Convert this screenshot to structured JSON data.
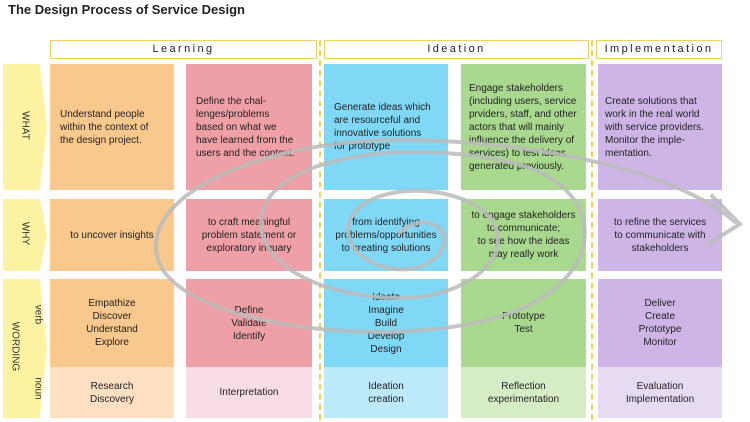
{
  "title": "The Design Process of Service Design",
  "phases": [
    "Learning",
    "Ideation",
    "Implementation"
  ],
  "row_labels": {
    "what": "WHAT",
    "why": "WHY",
    "wording": "WORDING",
    "verb": "verb",
    "noun": "noun"
  },
  "what": [
    "Understand people\nwithin the context of\nthe design project.",
    "Define the chal-\nlenges/problems\nbased on what we\nhave learned from the\nusers and the context.",
    "Generate ideas which\nare resourceful and\ninnovative solutions\nfor prototype",
    "Engage stakeholders\n(including users, service\nprviders, staff, and other\nactors that will mainly\ninfluence the delivery of\nservices) to test ideas\ngenerated previously.",
    "Create solutions that\nwork in the real world\nwith service providers.\nMonitor the imple-\nmentation."
  ],
  "why": [
    "to uncover insights",
    "to craft meaningful\nproblem statement or\nexploratory inquary",
    "from identifying\nproblems/opportunities\nto creating solutions",
    "to engage stakeholders\nto communicate;\nto see how the ideas\nmay really work",
    "to refine the services\nto communicate with\nstakeholders"
  ],
  "verb": [
    "Empathize\nDiscover\nUnderstand\nExplore",
    "Define\nValidate\nIdentify",
    "Ideate\nImagine\nBuild\nDevelop\nDesign",
    "Prototype\nTest",
    "Deliver\nCreate\nPrototype\nMonitor"
  ],
  "noun": [
    "Research\nDiscovery",
    "Interpretation",
    "Ideation\ncreation",
    "Reflection\nexperimentation",
    "Evaluation\nImplementation"
  ],
  "colors": {
    "orange": "#f9c88c",
    "red": "#ef9fa6",
    "blue": "#7fd8f5",
    "green": "#a9d98f",
    "purple": "#cdb5e6",
    "orange_light": "#fde0c2",
    "red_light": "#f9dde4",
    "blue_light": "#bdeafa",
    "green_light": "#d6ecc5",
    "purple_light": "#e6dbf3",
    "side": "#fdf3a3",
    "phase_border": "#f0d060",
    "spiral": "#bbbbbb"
  }
}
